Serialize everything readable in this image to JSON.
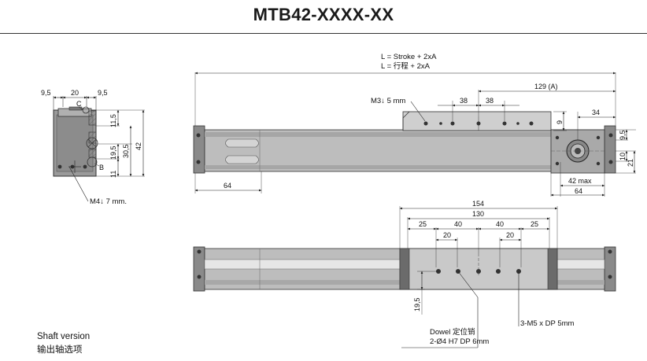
{
  "title": "MTB42-XXXX-XX",
  "footer": {
    "line1": "Shaft version",
    "line2": "输出轴选项"
  },
  "end_view": {
    "dims_top": [
      "9,5",
      "20",
      "9,5"
    ],
    "dims_right": [
      "11,5",
      "19,5",
      "30,5",
      "42",
      "11"
    ],
    "markers": [
      "C",
      "B"
    ],
    "callout": "M4↓ 7 mm."
  },
  "side_view": {
    "length_line1": "L = Stroke + 2xA",
    "length_line2": "L = 行程    + 2xA",
    "m3_callout": "M3↓ 5 mm",
    "dims": {
      "d129": "129 (A)",
      "d38a": "38",
      "d38b": "38",
      "d34": "34",
      "d9a": "9",
      "d9_5": "9,5",
      "d10": "10",
      "d21": "21",
      "d42max": "42 max",
      "d64r": "64",
      "d64l": "64"
    }
  },
  "top_view": {
    "dims": {
      "d154": "154",
      "d130": "130",
      "d25a": "25",
      "d40a": "40",
      "d40b": "40",
      "d25b": "25",
      "d20a": "20",
      "d20b": "20",
      "d19_5": "19,5"
    },
    "dowel_line1": "Dowel 定位销",
    "dowel_line2": "2-Ø4 H7 DP 6mm",
    "m5_callout": "3-M5 x DP 5mm"
  }
}
